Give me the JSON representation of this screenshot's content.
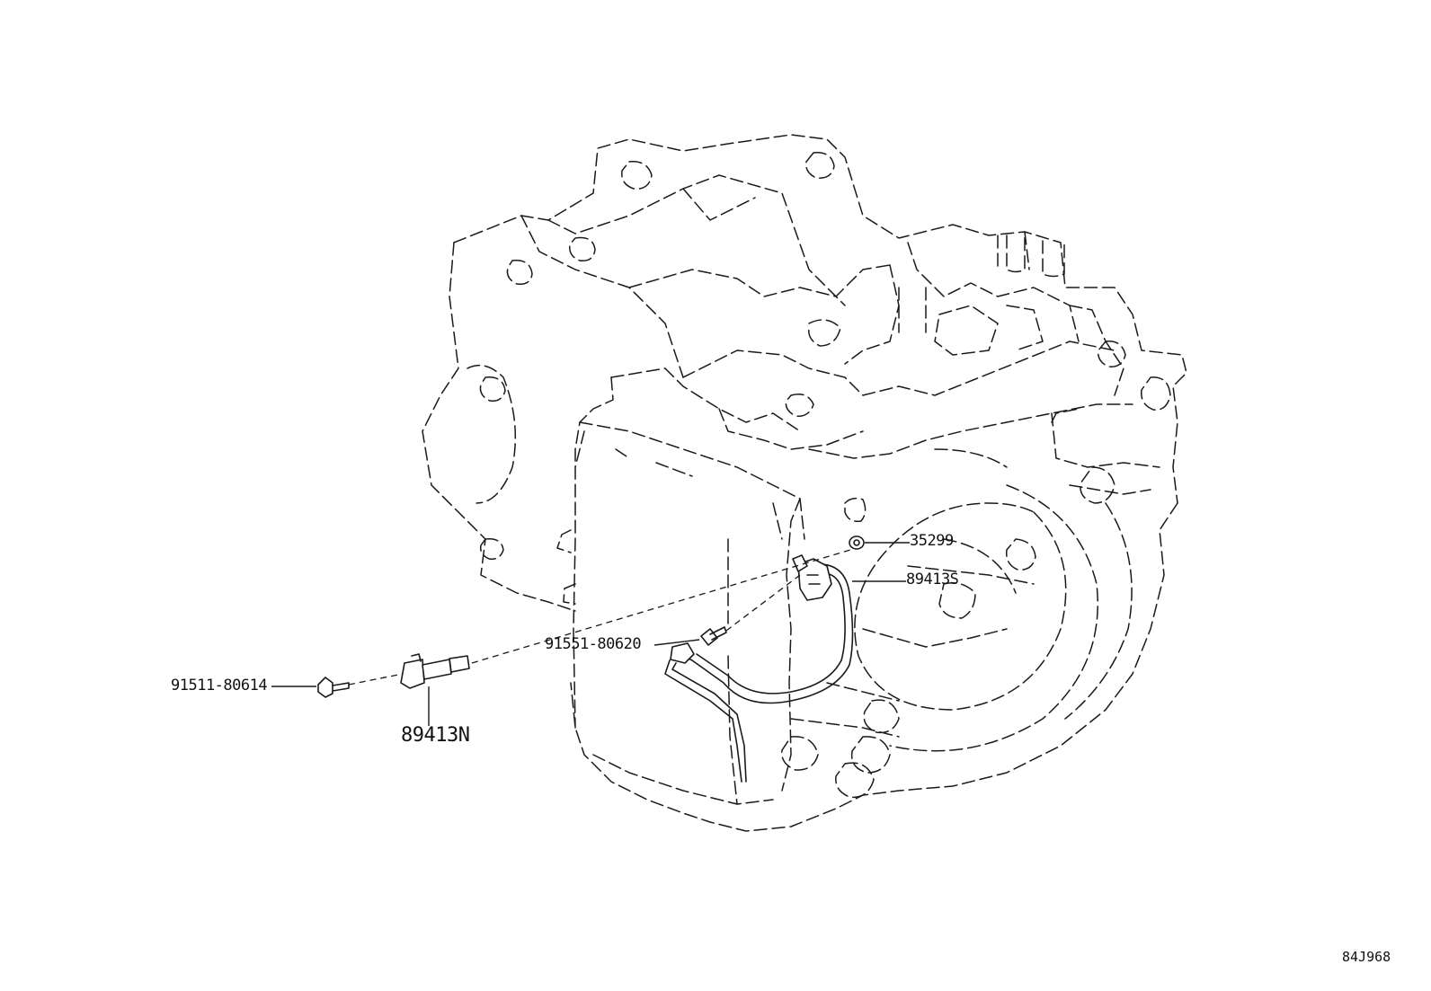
{
  "callouts": {
    "washer": "35299",
    "speed_sensor_s": "89413S",
    "bolt_upper": "91551-80620",
    "bolt_lower": "91511-80614",
    "speed_sensor_n": "89413N"
  },
  "illustration_code": "84J968"
}
